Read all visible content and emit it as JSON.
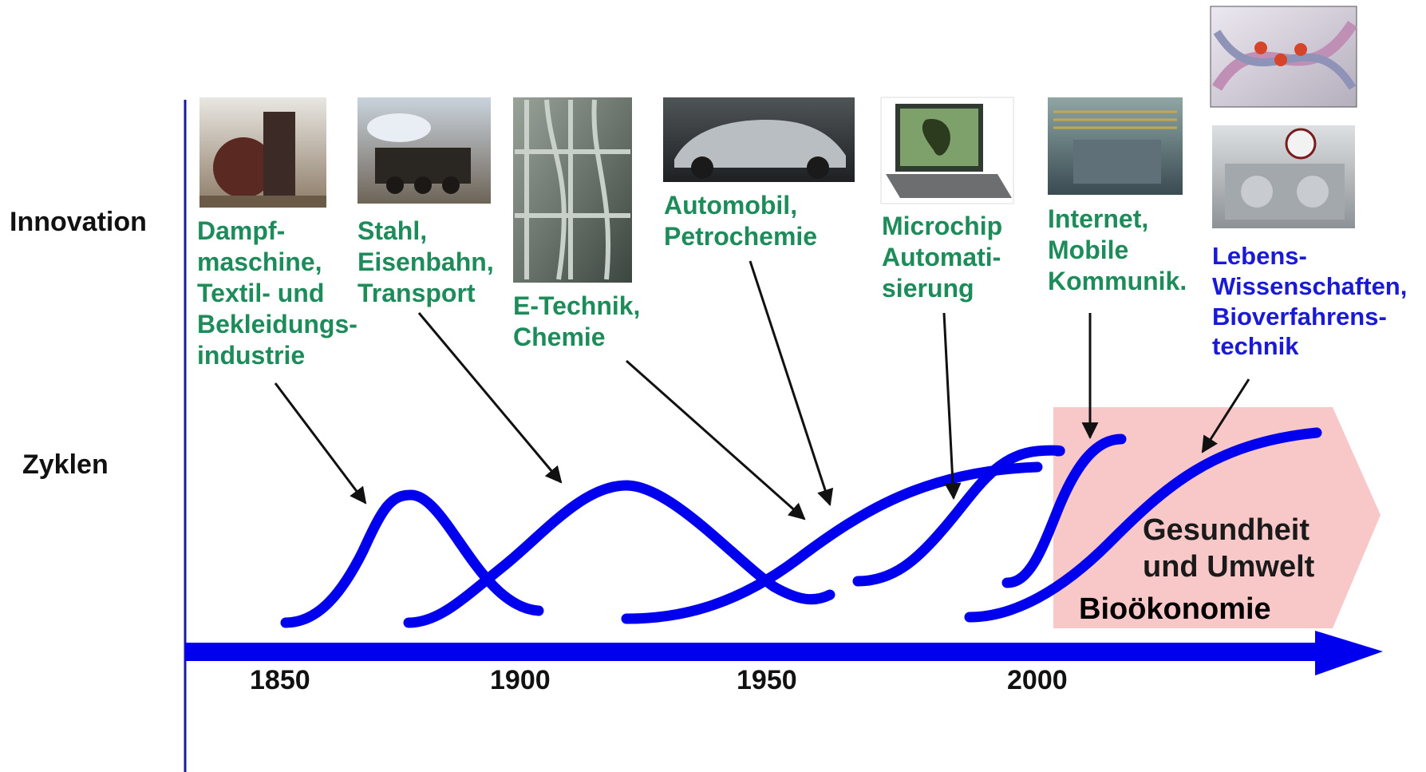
{
  "row_labels": {
    "innovation": "Innovation",
    "cycles": "Zyklen"
  },
  "years": [
    "1850",
    "1900",
    "1950",
    "2000"
  ],
  "innovations": [
    {
      "lines": [
        "Dampf-",
        "maschine,",
        "Textil- und",
        "Bekleidungs-",
        "industrie"
      ],
      "color": "#1e8c5a",
      "image": "steam-engine photo"
    },
    {
      "lines": [
        "Stahl,",
        "Eisenbahn,",
        "Transport"
      ],
      "color": "#1e8c5a",
      "image": "steam locomotive photo"
    },
    {
      "lines": [
        "E-Technik,",
        "Chemie"
      ],
      "color": "#1e8c5a",
      "image": "chemical pipes photo"
    },
    {
      "lines": [
        "Automobil,",
        "Petrochemie"
      ],
      "color": "#1e8c5a",
      "image": "car photo"
    },
    {
      "lines": [
        "Microchip",
        "Automati-",
        "sierung"
      ],
      "color": "#1e8c5a",
      "image": "laptop photo"
    },
    {
      "lines": [
        "Internet,",
        "Mobile",
        "Kommunik."
      ],
      "color": "#1e8c5a",
      "image": "network hardware photo"
    },
    {
      "lines": [
        "Lebens-",
        "Wissenschaften,",
        "Bioverfahrens-",
        "technik"
      ],
      "color": "#1a1ad6",
      "image": "DNA helix and bioreactor photos"
    }
  ],
  "future_box": {
    "line1": "Gesundheit",
    "line2": "und Umwelt",
    "line3": "Bioökonomie",
    "fill": "#f8c8c8"
  },
  "colors": {
    "curve": "#0000ee",
    "axis": "#0000ee",
    "green_text": "#1e8c5a",
    "blue_text": "#1a1ad6"
  }
}
